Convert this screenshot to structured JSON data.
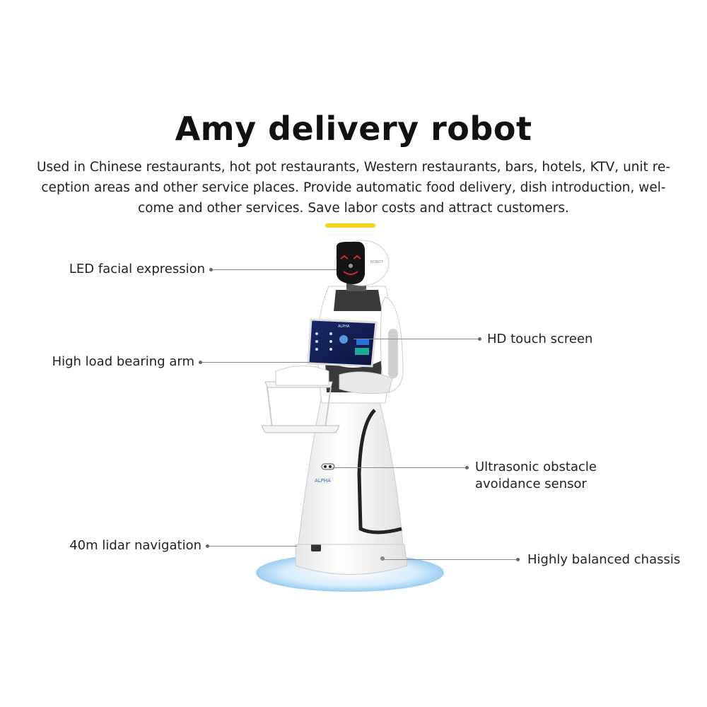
{
  "header": {
    "title": "Amy delivery robot",
    "description_lines": [
      "Used in Chinese restaurants, hot pot restaurants, Western restaurants, bars, hotels, KTV, unit re-",
      "ception areas and other service places. Provide automatic food delivery, dish introduction, wel-",
      "come and other services. Save labor costs and attract customers."
    ],
    "accent_color": "#f5d21c"
  },
  "callouts": {
    "led_face": "LED facial expression",
    "arm": "High load bearing arm",
    "touch_screen": "HD touch screen",
    "ultrasonic_line1": "Ultrasonic obstacle",
    "ultrasonic_line2": "avoidance sensor",
    "lidar": "40m lidar navigation",
    "chassis": "Highly balanced chassis"
  },
  "robot": {
    "head_logo": "ROBOT",
    "body_logo": "ALPHA",
    "screen_logo": "ALPHA",
    "face_color": "#d9262b",
    "halo_color": "#9fd0f2"
  }
}
